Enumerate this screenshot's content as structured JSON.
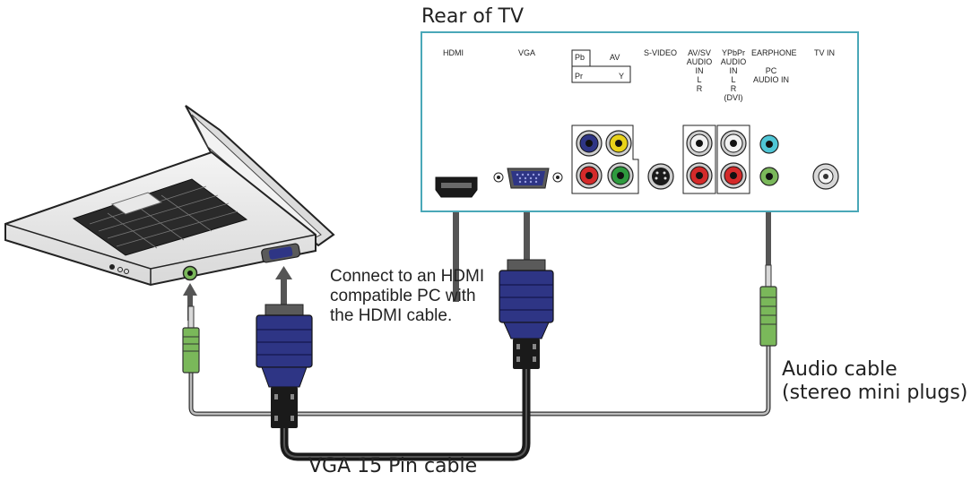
{
  "tv": {
    "title": "Rear of TV",
    "port_labels": {
      "hdmi": "HDMI",
      "vga": "VGA",
      "pb": "Pb",
      "pr": "Pr",
      "av": "AV",
      "y": "Y",
      "svideo": "S-VIDEO",
      "avsv": [
        "AV/SV",
        "AUDIO",
        "IN",
        "L",
        "R"
      ],
      "ypbpr": [
        "YPbPr",
        "AUDIO",
        "IN",
        "L",
        "R",
        "(DVI)"
      ],
      "earphone": "EARPHONE",
      "pc_audio": [
        "PC",
        "AUDIO IN"
      ],
      "tv_in": "TV IN"
    }
  },
  "notes": {
    "hdmi_note": [
      "Connect to an HDMI",
      "compatible PC with",
      "the HDMI cable."
    ],
    "audio_cable": [
      "Audio cable",
      "(stereo mini plugs)"
    ],
    "vga_cable": "VGA 15 Pin cable"
  },
  "colors": {
    "panel_border": "#4aa8b8",
    "vga_blue": "#2e3585",
    "audio_green": "#7ab85a",
    "jack_yellow": "#e8d21a",
    "jack_red": "#d42a2a",
    "jack_green": "#2e9a3e",
    "jack_cyan": "#4fc6d6"
  }
}
